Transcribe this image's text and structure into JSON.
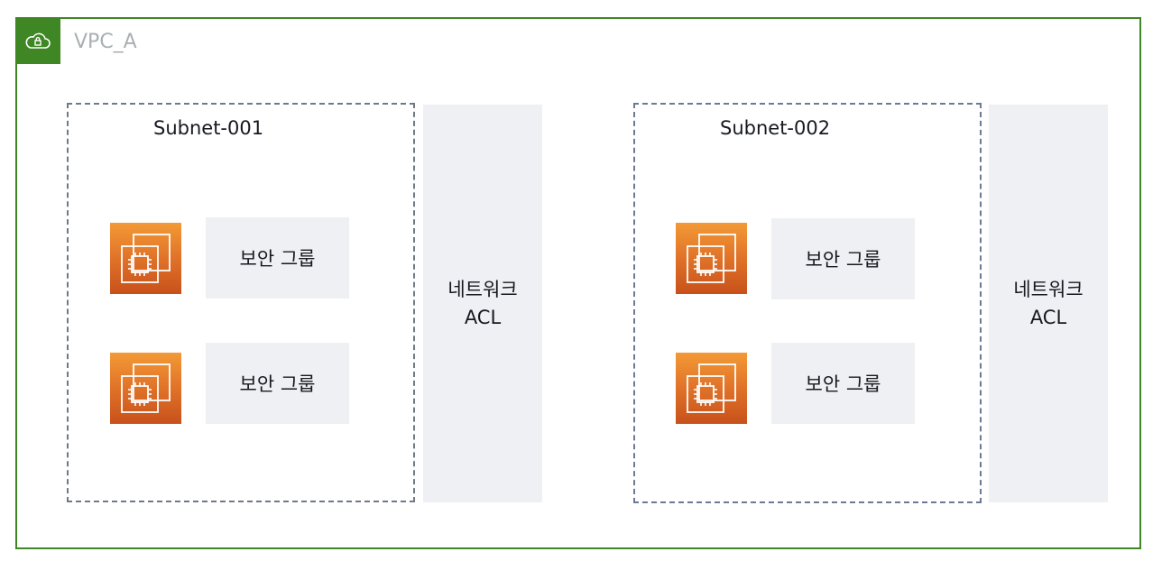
{
  "vpc": {
    "title": "VPC_A",
    "badge_icon": "cloud-lock-icon",
    "border_color": "#3f8624"
  },
  "subnets": [
    {
      "label": "Subnet-001",
      "instances": [
        {
          "icon": "ec2-instance-icon",
          "security_group": "보안 그룹"
        },
        {
          "icon": "ec2-instance-icon",
          "security_group": "보안 그룹"
        }
      ],
      "acl": {
        "line1": "네트워크",
        "line2": "ACL"
      }
    },
    {
      "label": "Subnet-002",
      "instances": [
        {
          "icon": "ec2-instance-icon",
          "security_group": "보안 그룹"
        },
        {
          "icon": "ec2-instance-icon",
          "security_group": "보안 그룹"
        }
      ],
      "acl": {
        "line1": "네트워크",
        "line2": "ACL"
      }
    }
  ],
  "colors": {
    "ec2_orange_top": "#f39a36",
    "ec2_orange_bottom": "#c8511b",
    "box_fill": "#eff0f3"
  }
}
